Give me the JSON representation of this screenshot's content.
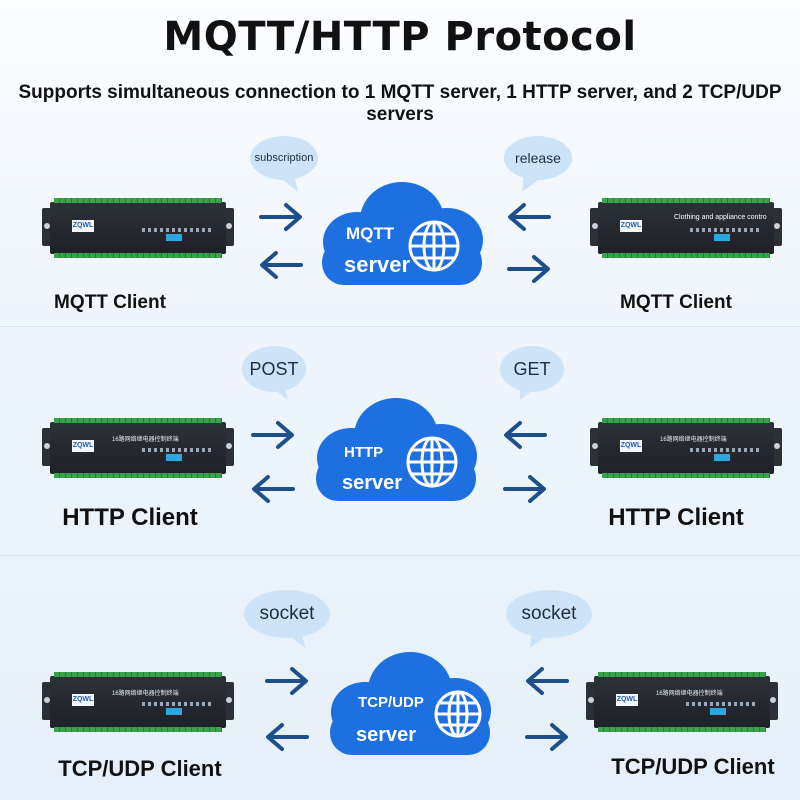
{
  "header": {
    "title": "MQTT/HTTP Protocol",
    "subtitle": "Supports simultaneous connection to 1 MQTT server, 1 HTTP server, and 2 TCP/UDP servers"
  },
  "device": {
    "logo_text": "ZQWL",
    "panel_text": "16路网络继电器控制终端",
    "overlay_text": "Clothing and appliance contro"
  },
  "rows": [
    {
      "left_bubble": "subscription",
      "right_bubble": "release",
      "server_line1": "MQTT",
      "server_line2": "server",
      "left_client": "MQTT Client",
      "right_client": "MQTT Client"
    },
    {
      "left_bubble": "POST",
      "right_bubble": "GET",
      "server_line1": "HTTP",
      "server_line2": "server",
      "left_client": "HTTP Client",
      "right_client": "HTTP Client"
    },
    {
      "left_bubble": "socket",
      "right_bubble": "socket",
      "server_line1": "TCP/UDP",
      "server_line2": "server",
      "left_client": "TCP/UDP Client",
      "right_client": "TCP/UDP Client"
    }
  ],
  "colors": {
    "cloud": "#1e6fe0",
    "arrow": "#1f4f8a",
    "bubble": "#cde4f8"
  }
}
